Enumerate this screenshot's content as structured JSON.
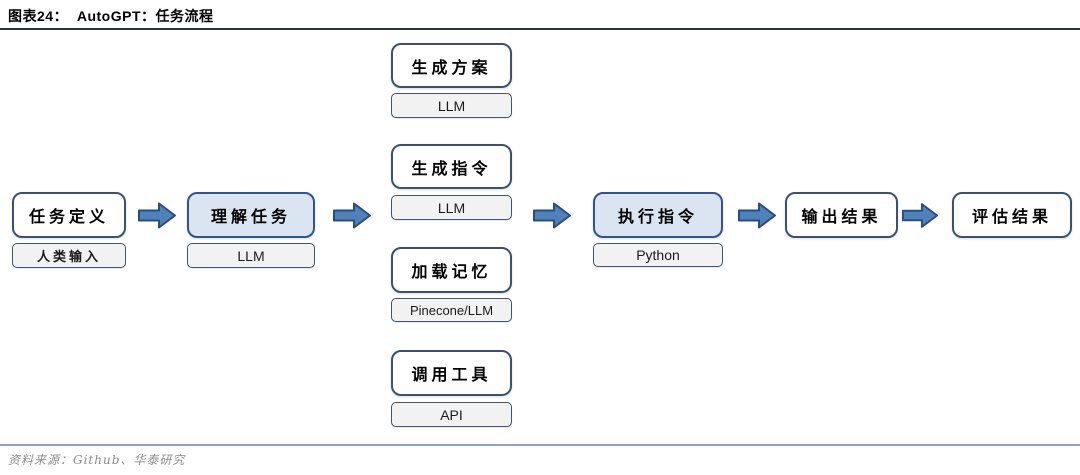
{
  "header": {
    "title": "图表24：  AutoGPT：任务流程"
  },
  "flow": {
    "stage1": {
      "label": "任务定义",
      "tool": "人类输入"
    },
    "stage2": {
      "label": "理解任务",
      "tool": "LLM"
    },
    "branches": [
      {
        "label": "生成方案",
        "tool": "LLM"
      },
      {
        "label": "生成指令",
        "tool": "LLM"
      },
      {
        "label": "加载记忆",
        "tool": "Pinecone/LLM"
      },
      {
        "label": "调用工具",
        "tool": "API"
      }
    ],
    "stage3": {
      "label": "执行指令",
      "tool": "Python"
    },
    "stage4": {
      "label": "输出结果"
    },
    "stage5": {
      "label": "评估结果"
    }
  },
  "footer": {
    "source": "资料来源：Github、华泰研究"
  },
  "colors": {
    "arrow_fill": "#4f81bd",
    "arrow_stroke": "#2c4d75",
    "highlight_box_fill": "#dbe5f1",
    "tool_box_fill": "#f2f2f2",
    "box_border": "#3b5170",
    "title_rule": "#2a3442",
    "footer_rule": "#8aa5c0",
    "source_text": "#8c8c8c"
  }
}
